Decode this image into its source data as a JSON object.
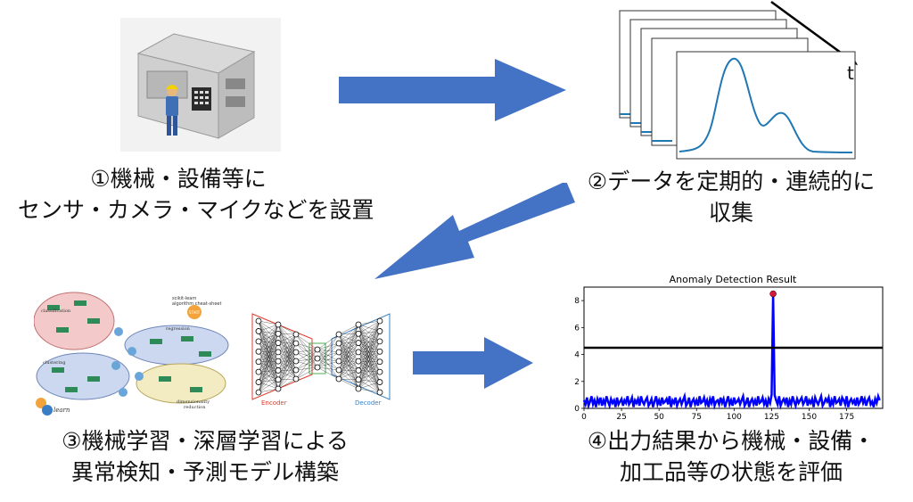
{
  "steps": {
    "step1": {
      "line1": "①機械・設備等に",
      "line2": "センサ・カメラ・マイクなどを設置"
    },
    "step2": {
      "line1": "②データを定期的・連続的に",
      "line2": "収集"
    },
    "step3": {
      "line1": "③機械学習・深層学習による",
      "line2": "異常検知・予測モデル構築"
    },
    "step4": {
      "line1": "④出力結果から機械・設備・",
      "line2": "加工品等の状態を評価"
    }
  },
  "time_axis_label": "t",
  "autoencoder": {
    "encoder_label": "Encoder",
    "decoder_label": "Decoder"
  },
  "cheatsheet": {
    "title_line1": "scikit-learn",
    "title_line2": "algorithm cheat-sheet",
    "start_label": "START",
    "regions": [
      "classification",
      "regression",
      "clustering",
      "dimensionality reduction"
    ],
    "logo_text": "learn"
  },
  "colors": {
    "arrow": "#4472c4",
    "signal": "#1f77b4",
    "anomaly_line": "#0000ff",
    "threshold": "#000000",
    "anomaly_point": "#dc143c",
    "encoder": "#e03c31",
    "decoder": "#3a82c4"
  },
  "chart_data": {
    "type": "line",
    "title": "Anomaly Detection Result",
    "xlim": [
      0,
      199
    ],
    "ylim": [
      0,
      9
    ],
    "xticks": [
      0,
      25,
      50,
      75,
      100,
      125,
      150,
      175
    ],
    "yticks": [
      0,
      2,
      4,
      6,
      8
    ],
    "threshold": 4.5,
    "anomaly_point": {
      "x": 126,
      "y": 8.5
    },
    "series": [
      {
        "values": [
          0.6,
          0.3,
          0.8,
          0.2,
          0.5,
          0.9,
          0.3,
          0.6,
          0.1,
          0.7,
          0.4,
          0.8,
          0.2,
          0.6,
          0.3,
          0.9,
          0.5,
          0.2,
          0.7,
          0.4,
          0.6,
          0.1,
          0.8,
          0.3,
          0.5,
          0.7,
          0.2,
          0.6,
          0.4,
          0.9,
          0.3,
          0.5,
          0.8,
          0.1,
          0.6,
          0.4,
          0.7,
          0.2,
          0.9,
          0.5,
          0.3,
          0.6,
          0.8,
          0.2,
          0.4,
          0.7,
          0.1,
          0.5,
          0.9,
          0.3,
          0.6,
          0.2,
          0.8,
          0.4,
          0.5,
          0.7,
          0.3,
          0.9,
          0.1,
          0.6,
          0.4,
          0.8,
          0.2,
          0.5,
          0.7,
          0.3,
          0.6,
          0.9,
          0.2,
          0.4,
          0.8,
          0.1,
          0.5,
          0.7,
          0.3,
          0.6,
          0.2,
          0.9,
          0.4,
          0.5,
          0.8,
          0.3,
          0.6,
          0.1,
          0.7,
          0.4,
          0.9,
          0.2,
          0.5,
          0.6,
          0.3,
          0.8,
          0.4,
          0.7,
          0.1,
          0.5,
          0.9,
          0.3,
          0.6,
          0.2,
          0.8,
          0.4,
          0.5,
          0.7,
          0.3,
          0.6,
          0.9,
          0.2,
          0.4,
          0.8,
          0.1,
          0.5,
          0.7,
          0.3,
          0.6,
          0.2,
          0.9,
          0.4,
          0.5,
          0.8,
          0.3,
          0.6,
          0.1,
          0.7,
          0.4,
          1.0,
          8.5,
          1.0,
          0.6,
          0.3,
          0.9,
          0.2,
          0.5,
          0.7,
          0.4,
          0.8,
          0.1,
          0.6,
          0.3,
          0.9,
          0.5,
          0.2,
          0.7,
          0.4,
          0.6,
          0.8,
          0.3,
          0.5,
          0.9,
          0.2,
          0.6,
          0.4,
          0.7,
          0.1,
          0.8,
          0.5,
          0.3,
          0.6,
          0.9,
          0.2,
          0.4,
          0.7,
          0.5,
          0.8,
          0.1,
          0.6,
          0.3,
          0.9,
          0.4,
          0.5,
          0.7,
          0.2,
          0.8,
          0.6,
          0.3,
          0.9,
          0.1,
          0.5,
          0.7,
          0.4,
          0.6,
          0.2,
          0.8,
          0.3,
          0.5,
          0.9,
          0.4,
          0.7,
          0.2,
          0.6,
          0.8,
          0.3,
          0.5,
          0.1,
          0.7,
          0.4,
          0.9,
          0.6
        ]
      }
    ]
  }
}
